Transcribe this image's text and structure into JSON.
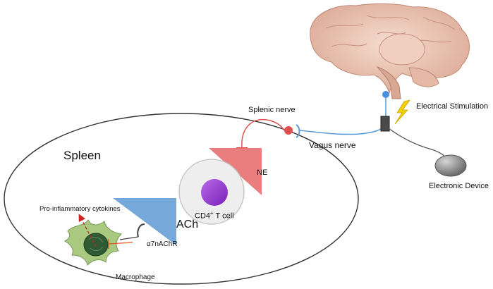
{
  "labels": {
    "spleen": "Spleen",
    "splenic_nerve": "Splenic nerve",
    "electrical_stimulation": "Electrical Stimulation",
    "vagus_nerve": "Vagus nerve",
    "electronic_device": "Electronic Device",
    "ne": "NE",
    "ach": "ACh",
    "cd4_prefix": "CD4",
    "cd4_superscript": "+",
    "cd4_suffix": " T cell",
    "alpha7nachr": "α7nAChR",
    "pro_inflammatory_cytokines": "Pro-inflammatory cytokines",
    "macrophage": "Macrophage"
  },
  "colors": {
    "splenic_nerve": "#e05050",
    "vagus_nerve": "#5b9bd5",
    "ne_triangle": "#e87070",
    "ach_triangle": "#6fa3d8",
    "t_cell_body": "#9a3bd6",
    "electrode_spark": "#f0d000",
    "macrophage": "#a9c880",
    "inhibition": "#e05a20",
    "cytokine_arrow": "#d02020",
    "brain": "#e8c1ad",
    "device": "#8a8a8a"
  }
}
